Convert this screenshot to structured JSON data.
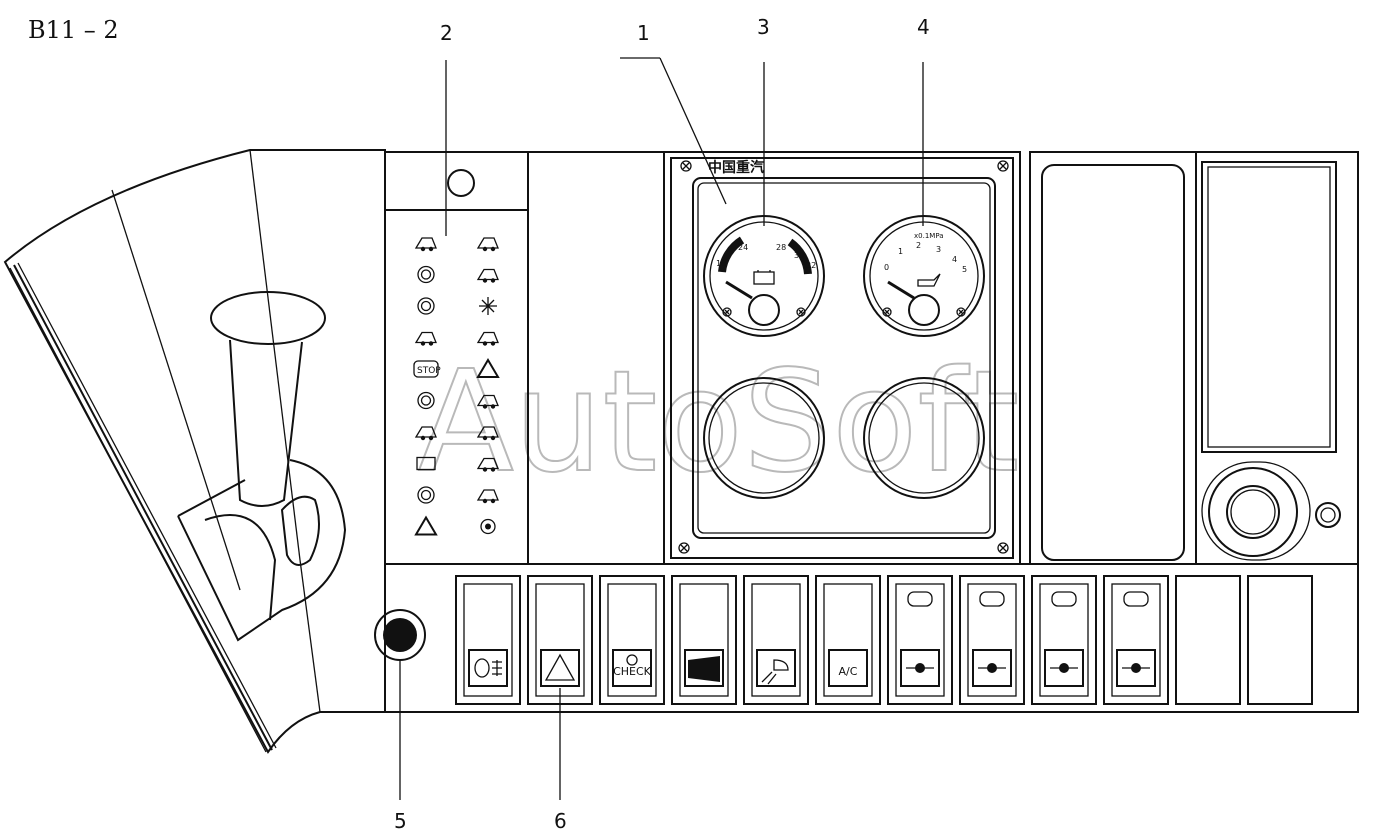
{
  "figure": {
    "id_label": "B11 – 2",
    "brand_plate": "中国重汽",
    "watermark": "AutoSoft"
  },
  "callouts": [
    {
      "id": "1",
      "label": "1"
    },
    {
      "id": "2",
      "label": "2"
    },
    {
      "id": "3",
      "label": "3"
    },
    {
      "id": "4",
      "label": "4"
    },
    {
      "id": "5",
      "label": "5"
    },
    {
      "id": "6",
      "label": "6"
    }
  ],
  "gauges": {
    "voltmeter": {
      "name": "voltmeter",
      "scale_labels": [
        "18",
        "24",
        "28",
        "30",
        "32"
      ],
      "icon": "battery-icon"
    },
    "oil_pressure": {
      "name": "oil-pressure-gauge",
      "scale_labels": [
        "0",
        "1",
        "2",
        "3",
        "4",
        "5"
      ],
      "unit": "x0.1MPa",
      "icon": "oil-can-icon"
    }
  },
  "warning_lamps": [
    {
      "left": "oil-pressure-icon",
      "right": "coolant-level-icon"
    },
    {
      "left": "brake-circuit-1-icon",
      "right": "seat-icon"
    },
    {
      "left": "brake-circuit-2-icon",
      "right": "snowflake-icon"
    },
    {
      "left": "fuel-icon",
      "right": "cab-tilt-icon"
    },
    {
      "left": "stop-icon",
      "left_text": "STOP",
      "right": "hazard-triangle-icon"
    },
    {
      "left": "exhaust-brake-icon",
      "right": "axle-lock-icon"
    },
    {
      "left": "retarder-icon",
      "right": "diff-lock-icon"
    },
    {
      "left": "battery-charge-icon",
      "right": "tire-icon"
    },
    {
      "left": "parking-brake-icon",
      "right": "trailer-icon"
    },
    {
      "left": "warning-triangle-icon",
      "right": "abs-icon"
    }
  ],
  "switches": [
    {
      "name": "fog-light-switch",
      "icon": "fog-light-icon",
      "label": ""
    },
    {
      "name": "hazard-switch",
      "icon": "hazard-icon",
      "label": ""
    },
    {
      "name": "check-switch",
      "icon": "check-icon",
      "label": "CHECK"
    },
    {
      "name": "horn-switch",
      "icon": "horn-icon",
      "label": ""
    },
    {
      "name": "work-light-switch",
      "icon": "work-light-icon",
      "label": ""
    },
    {
      "name": "ac-switch",
      "icon": "ac-icon",
      "label": "A/C"
    },
    {
      "name": "inter-axle-lock-switch",
      "icon": "inter-axle-icon",
      "label": ""
    },
    {
      "name": "axle-lock-switch",
      "icon": "axle-icon",
      "label": ""
    },
    {
      "name": "diff-lock-front-switch",
      "icon": "diff-front-icon",
      "label": ""
    },
    {
      "name": "diff-lock-rear-switch",
      "icon": "diff-rear-icon",
      "label": ""
    },
    {
      "name": "blank-switch-1",
      "icon": "",
      "label": ""
    },
    {
      "name": "blank-switch-2",
      "icon": "",
      "label": ""
    }
  ]
}
